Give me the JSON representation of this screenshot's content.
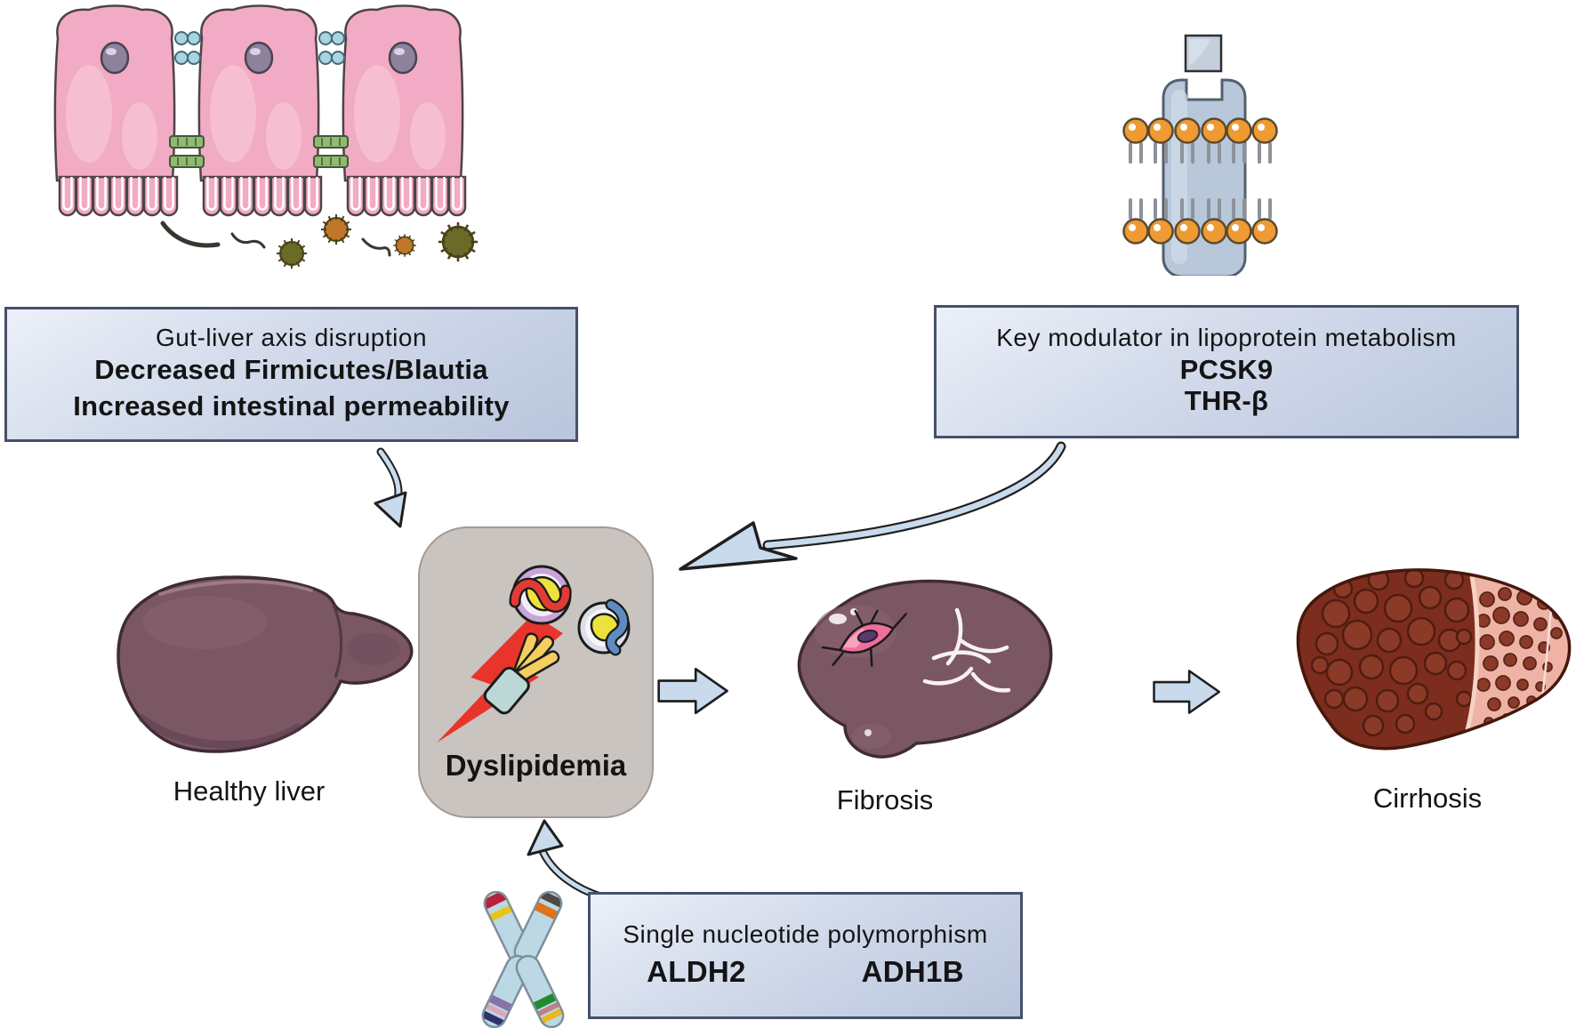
{
  "figure": {
    "topic": "Dyslipidemia and progression from healthy liver to fibrosis and cirrhosis"
  },
  "callouts": {
    "gut_liver": {
      "line1": "Gut-liver axis disruption",
      "line2": "Decreased Firmicutes/Blautia",
      "line3": "Increased intestinal permeability"
    },
    "lipoprotein": {
      "line1": "Key modulator in lipoprotein metabolism",
      "line2": "PCSK9",
      "line3": "THR-β"
    },
    "snp": {
      "line1": "Single nucleotide polymorphism",
      "gene_left": "ALDH2",
      "gene_right": "ADH1B"
    }
  },
  "stages": {
    "healthy": {
      "label": "Healthy liver"
    },
    "dyslipidemia": {
      "label": "Dyslipidemia"
    },
    "fibrosis": {
      "label": "Fibrosis"
    },
    "cirrhosis": {
      "label": "Cirrhosis"
    }
  },
  "icons": {
    "intestinal-epithelium-illustration": "gut epithelial cells with tight junctions, villi and microbes",
    "membrane-receptor-illustration": "receptor in lipid bilayer with ligand",
    "healthy-liver-illustration": "liver",
    "fibrotic-liver-illustration": "liver with stellate cell and fibrous strands",
    "cirrhotic-liver-illustration": "nodular cirrhotic liver",
    "chromosome-icon": "banded chromosome",
    "lightning-bolt-icon": "red bolt",
    "ldl-particle-icon": "lipoprotein particle",
    "hdl-particle-icon": "lipoprotein particle",
    "triglyceride-icon": "triglyceride"
  },
  "colors": {
    "arrow_fill": "#c9daed",
    "box_border": "#46506b",
    "liver": "#7b5663",
    "cirrhotic_liver": "#7c2d1e",
    "cell_pink": "#f2abc4",
    "bolt_red": "#e8352b",
    "phospholipid_orange": "#ef9a33"
  }
}
